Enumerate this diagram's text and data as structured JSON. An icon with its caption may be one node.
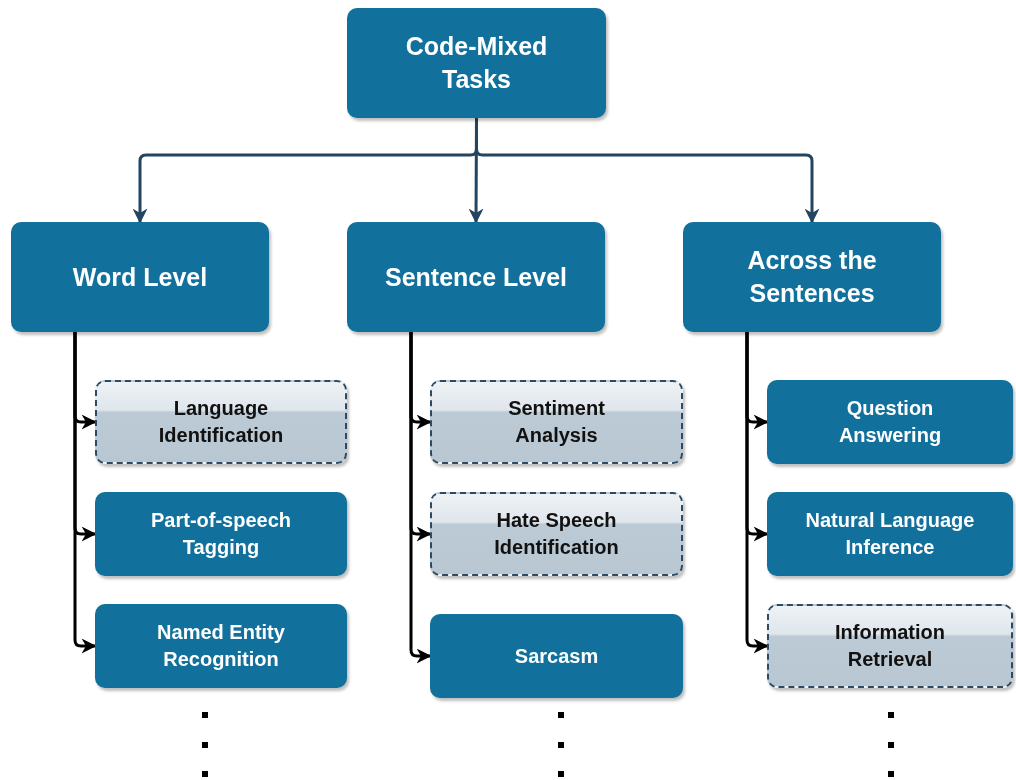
{
  "diagram": {
    "nodes": [
      {
        "text": [
          "Code-Mixed Tasks"
        ]
      },
      {
        "text": [
          "Word Level"
        ]
      },
      {
        "text": [
          "Sentence Level"
        ]
      },
      {
        "text": [
          "Across the Sentences"
        ]
      },
      {
        "text": [
          "Language Identification"
        ]
      },
      {
        "text": [
          "Part-of-speech Tagging"
        ]
      },
      {
        "text": [
          "Named Entity Recognition"
        ]
      },
      {
        "text": [
          "Sentiment Analysis"
        ]
      },
      {
        "text": [
          "Hate Speech Identification"
        ]
      },
      {
        "text": [
          "Sarcasm"
        ]
      },
      {
        "text": [
          "Question Answering"
        ]
      },
      {
        "text": [
          "Natural Language Inference"
        ]
      },
      {
        "text": [
          "Information Retrieval"
        ]
      }
    ],
    "edges": [
      {
        "from": 0,
        "to": 1,
        "arrow": "to",
        "color": "#23455f"
      },
      {
        "from": 0,
        "to": 2,
        "arrow": "to",
        "color": "#23455f"
      },
      {
        "from": 0,
        "to": 3,
        "arrow": "to",
        "color": "#23455f"
      },
      {
        "from": 1,
        "to": 4,
        "arrow": "to"
      },
      {
        "from": 1,
        "to": 5,
        "arrow": "to"
      },
      {
        "from": 1,
        "to": 6,
        "arrow": "to"
      },
      {
        "from": 2,
        "to": 7,
        "arrow": "to"
      },
      {
        "from": 2,
        "to": 8,
        "arrow": "to"
      },
      {
        "from": 2,
        "to": 9,
        "arrow": "to"
      },
      {
        "from": 3,
        "to": 10,
        "arrow": "to"
      },
      {
        "from": 3,
        "to": 11,
        "arrow": "to"
      },
      {
        "from": 3,
        "to": 12,
        "arrow": "to"
      }
    ]
  }
}
